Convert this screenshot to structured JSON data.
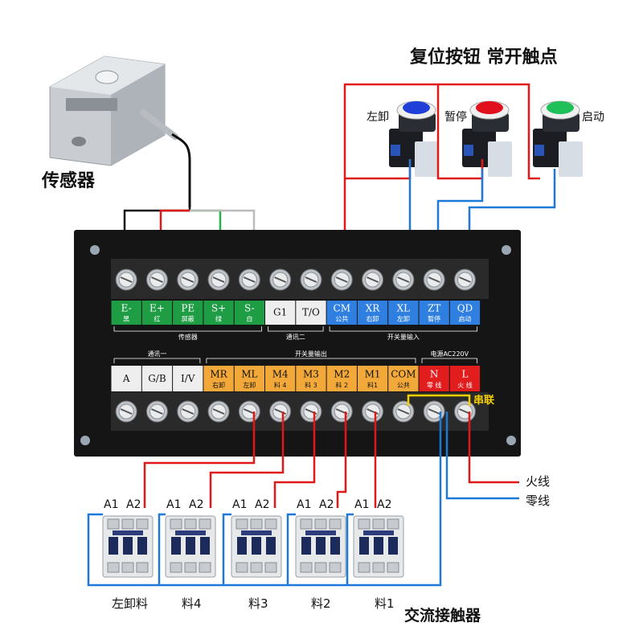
{
  "titles": {
    "sensor": "传感器",
    "buttons_heading": "复位按钮 常开触点",
    "contactors": "交流接触器"
  },
  "buttons": [
    {
      "label": "左卸",
      "color": "#1f3fd8"
    },
    {
      "label": "暂停",
      "color": "#e0101c"
    },
    {
      "label": "启动",
      "color": "#1fbf5a"
    }
  ],
  "top_terminals": [
    {
      "code": "E-",
      "sub": "黑",
      "bg": "#1f9d45",
      "fg": "#ffffff"
    },
    {
      "code": "E+",
      "sub": "红",
      "bg": "#1f9d45",
      "fg": "#ffffff"
    },
    {
      "code": "PE",
      "sub": "屏蔽",
      "bg": "#1f9d45",
      "fg": "#ffffff"
    },
    {
      "code": "S+",
      "sub": "绿",
      "bg": "#1f9d45",
      "fg": "#ffffff"
    },
    {
      "code": "S-",
      "sub": "白",
      "bg": "#1f9d45",
      "fg": "#ffffff"
    },
    {
      "code": "G1",
      "sub": "",
      "bg": "#eeeeee",
      "fg": "#111111"
    },
    {
      "code": "T/O",
      "sub": "",
      "bg": "#eeeeee",
      "fg": "#111111"
    },
    {
      "code": "CM",
      "sub": "公共",
      "bg": "#2f7fe0",
      "fg": "#ffffff"
    },
    {
      "code": "XR",
      "sub": "右卸",
      "bg": "#2f7fe0",
      "fg": "#ffffff"
    },
    {
      "code": "XL",
      "sub": "左卸",
      "bg": "#2f7fe0",
      "fg": "#ffffff"
    },
    {
      "code": "ZT",
      "sub": "暂停",
      "bg": "#2f7fe0",
      "fg": "#ffffff"
    },
    {
      "code": "QD",
      "sub": "启动",
      "bg": "#2f7fe0",
      "fg": "#ffffff"
    }
  ],
  "top_groups": [
    "传感器",
    "通讯二",
    "开关量输入"
  ],
  "bottom_terminals": [
    {
      "code": "A",
      "sub": "",
      "bg": "#eeeeee",
      "fg": "#111111"
    },
    {
      "code": "G/B",
      "sub": "",
      "bg": "#eeeeee",
      "fg": "#111111"
    },
    {
      "code": "I/V",
      "sub": "",
      "bg": "#eeeeee",
      "fg": "#111111"
    },
    {
      "code": "MR",
      "sub": "右卸",
      "bg": "#f3a93a",
      "fg": "#111111"
    },
    {
      "code": "ML",
      "sub": "左卸",
      "bg": "#f3a93a",
      "fg": "#111111"
    },
    {
      "code": "M4",
      "sub": "料 4",
      "bg": "#f3a93a",
      "fg": "#111111"
    },
    {
      "code": "M3",
      "sub": "料 3",
      "bg": "#f3a93a",
      "fg": "#111111"
    },
    {
      "code": "M2",
      "sub": "料 2",
      "bg": "#f3a93a",
      "fg": "#111111"
    },
    {
      "code": "M1",
      "sub": "料1",
      "bg": "#f3a93a",
      "fg": "#111111"
    },
    {
      "code": "COM",
      "sub": "公共",
      "bg": "#f3a93a",
      "fg": "#111111"
    },
    {
      "code": "N",
      "sub": "零 线",
      "bg": "#e21d1d",
      "fg": "#ffffff"
    },
    {
      "code": "L",
      "sub": "火 线",
      "bg": "#e21d1d",
      "fg": "#ffffff"
    }
  ],
  "bottom_groups": [
    "通讯一",
    "开关量输出",
    "电源AC220V"
  ],
  "series_label": "串联",
  "wire_labels": {
    "live": "火线",
    "neutral": "零线"
  },
  "contactors": [
    {
      "a1": "A1",
      "a2": "A2",
      "label": "左卸料"
    },
    {
      "a1": "A1",
      "a2": "A2",
      "label": "料4"
    },
    {
      "a1": "A1",
      "a2": "A2",
      "label": "料3"
    },
    {
      "a1": "A1",
      "a2": "A2",
      "label": "料2"
    },
    {
      "a1": "A1",
      "a2": "A2",
      "label": "料1"
    }
  ],
  "colors": {
    "wire_red": "#e01818",
    "wire_blue": "#1e78d8",
    "wire_green": "#22b24c",
    "panel": "#151515",
    "series_yellow": "#f5d000"
  }
}
